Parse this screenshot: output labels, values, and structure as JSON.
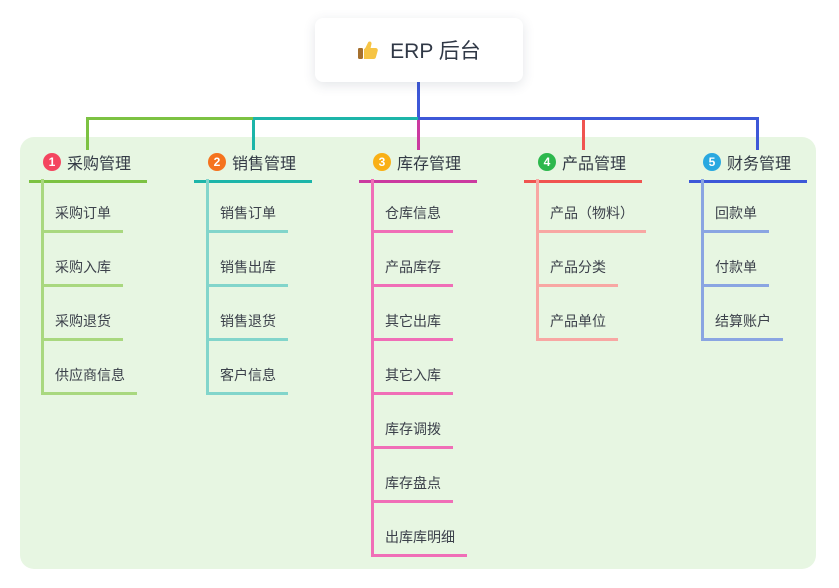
{
  "root": {
    "icon": "thumbs-up-icon",
    "label": "ERP 后台"
  },
  "colors": {
    "panel_background": "#e7f6e2",
    "root_line": "#3d58d8",
    "text_dark": "#303846"
  },
  "branches": [
    {
      "num": "1",
      "label": "采购管理",
      "num_color": "#f4455f",
      "line_color": "#7cc242",
      "child_line_color": "#a9d87f",
      "children": [
        "采购订单",
        "采购入库",
        "采购退货",
        "供应商信息"
      ]
    },
    {
      "num": "2",
      "label": "销售管理",
      "num_color": "#f5731e",
      "line_color": "#1cb5a9",
      "child_line_color": "#82d5cb",
      "children": [
        "销售订单",
        "销售出库",
        "销售退货",
        "客户信息"
      ]
    },
    {
      "num": "3",
      "label": "库存管理",
      "num_color": "#f9b016",
      "line_color": "#cb3aa0",
      "child_line_color": "#f06eb7",
      "children": [
        "仓库信息",
        "产品库存",
        "其它出库",
        "其它入库",
        "库存调拨",
        "库存盘点",
        "出库库明细"
      ]
    },
    {
      "num": "4",
      "label": "产品管理",
      "num_color": "#2db84d",
      "line_color": "#f05450",
      "child_line_color": "#f8a7a3",
      "children": [
        "产品（物料）",
        "产品分类",
        "产品单位"
      ]
    },
    {
      "num": "5",
      "label": "财务管理",
      "num_color": "#29a8e0",
      "line_color": "#3d58d8",
      "child_line_color": "#8aa5e2",
      "children": [
        "回款单",
        "付款单",
        "结算账户"
      ]
    }
  ]
}
